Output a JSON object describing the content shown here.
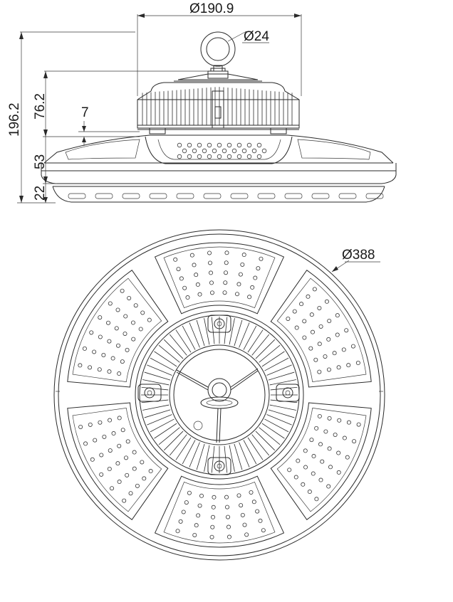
{
  "dimensions": {
    "top_diameter": "Ø190.9",
    "eye_diameter": "Ø24",
    "total_height": "196.2",
    "body_height": "76.2",
    "gap": "7",
    "dish_height": "53",
    "lens_height": "22",
    "outer_diameter": "Ø388"
  }
}
